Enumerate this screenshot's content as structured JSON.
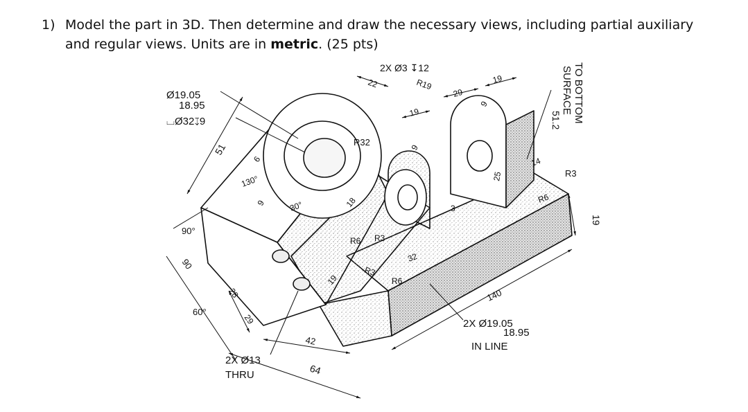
{
  "question": {
    "number": "1)",
    "line1": "Model the part in 3D. Then determine and draw the necessary views, including partial auxiliary",
    "line2_prefix": "and regular views. Units are in ",
    "line2_bold": "metric",
    "line2_suffix": ". (25 pts)"
  },
  "drawing": {
    "bore_dia_upper": "Ø19.05",
    "bore_dia_lower": "18.95",
    "counterbore": "⌴Ø32↧9",
    "hole_2x3": "2X Ø3 ↧12",
    "r19": "R19",
    "d22": "22",
    "d29": "29",
    "d19_top": "19",
    "d19_mid": "19",
    "d9_ear": "9",
    "d9_lug": "9",
    "r32": "R32",
    "d51": "51",
    "d6": "6",
    "a130": "130°",
    "d9_left": "9",
    "a30": "30°",
    "d18": "18",
    "d3": "3",
    "d25": "25",
    "d14": "14",
    "r6_right": "R6",
    "r3_right": "R3",
    "d19_side": "19",
    "a90_top": "90°",
    "d90": "90",
    "a60": "60°",
    "d28": "28",
    "d29_low": "29",
    "r6_a": "R6",
    "r3_a": "R3",
    "r3_b": "R3",
    "d32": "32",
    "r6_b": "R6",
    "d19_low": "19",
    "d140": "140",
    "d42": "42",
    "d64": "64",
    "holes13": "2X Ø13",
    "thru": "THRU",
    "pin_dia": "2X Ø19.05",
    "pin_dia_lower": "18.95",
    "in_line": "IN LINE",
    "to_bottom": "TO BOTTOM",
    "surface": "SURFACE",
    "d51_2": "51.2"
  }
}
